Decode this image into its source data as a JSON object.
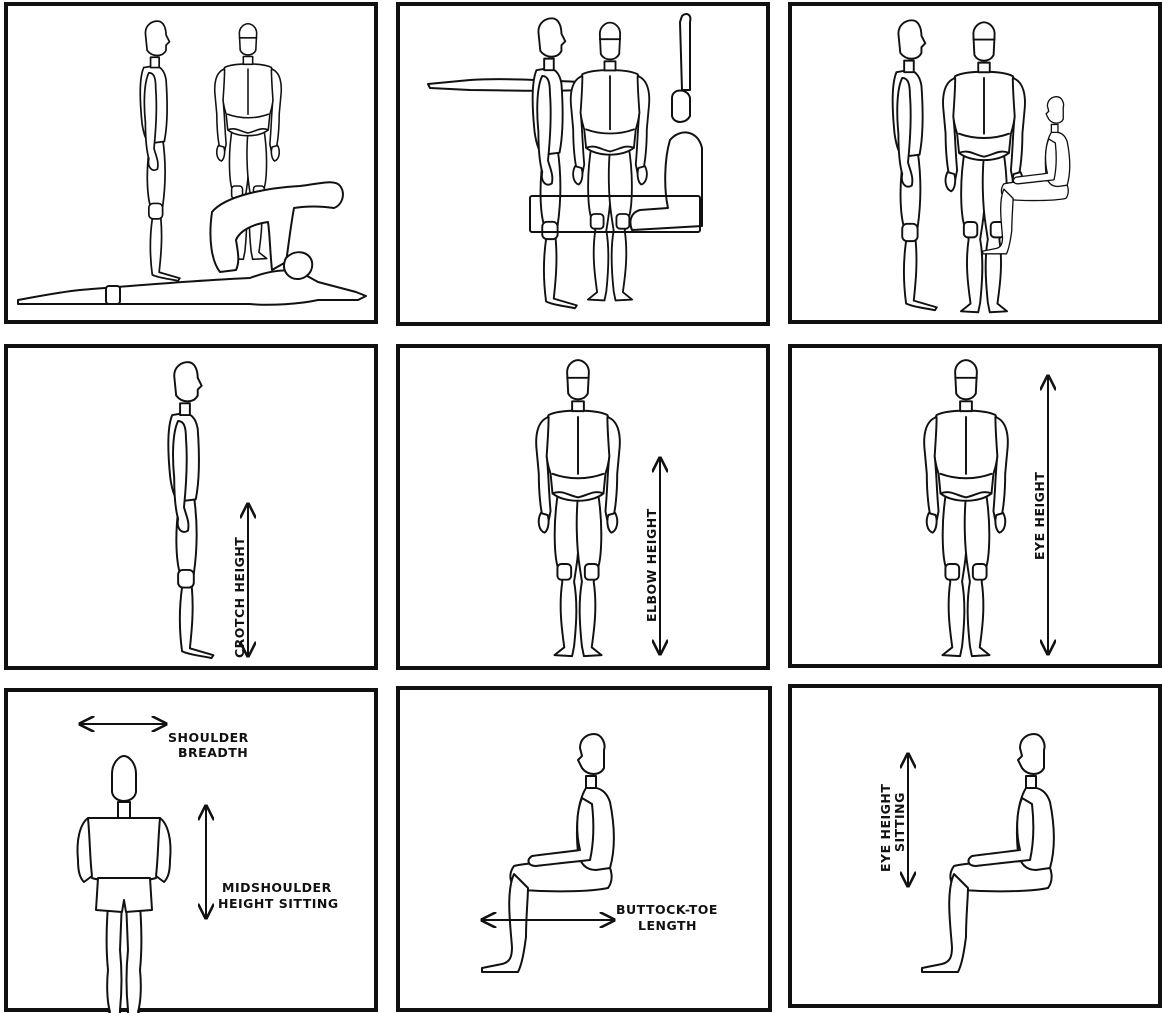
{
  "labels": {
    "crotch_height": "CROTCH HEIGHT",
    "elbow_height": "ELBOW HEIGHT",
    "eye_height": "EYE HEIGHT",
    "shoulder_breadth_1": "SHOULDER",
    "shoulder_breadth_2": "BREADTH",
    "midshoulder_1": "MIDSHOULDER",
    "midshoulder_2": "HEIGHT SITTING",
    "buttock_toe_1": "BUTTOCK-TOE",
    "buttock_toe_2": "LENGTH",
    "eye_height_sitting_1": "EYE HEIGHT",
    "eye_height_sitting_2": "SITTING"
  },
  "colors": {
    "ink": "#111111",
    "paper": "#ffffff"
  },
  "icons": {
    "arrow": "double-headed-arrow"
  }
}
